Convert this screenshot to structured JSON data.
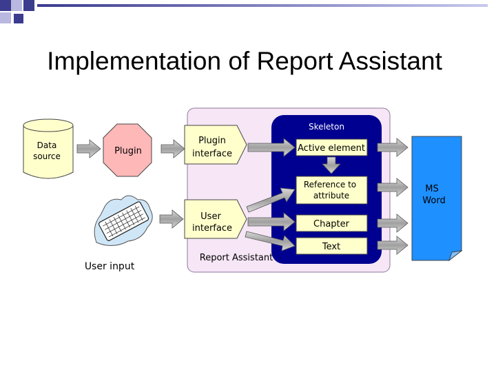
{
  "slide": {
    "title": "Implementation of Report Assistant"
  },
  "diagram": {
    "data_source": [
      "Data",
      "source"
    ],
    "plugin": "Plugin",
    "plugin_interface": [
      "Plugin",
      "interface"
    ],
    "user_interface": [
      "User",
      "interface"
    ],
    "report_assistant": "Report Assistant",
    "skeleton": "Skeleton",
    "active_element": "Active element",
    "reference": [
      "Reference to",
      "attribute"
    ],
    "chapter": "Chapter",
    "text": "Text",
    "ms_word": [
      "MS",
      "Word"
    ],
    "user_input": "User input"
  },
  "colors": {
    "title_bar": "#3b3b8f",
    "report_assistant_fill": "#f6e6f6",
    "skeleton_fill": "#000090",
    "node_fill": "#ffffcc",
    "plugin_fill": "#ffb8b8",
    "ms_word_fill": "#1e90ff",
    "arrow_fill": "#9a9a9a"
  }
}
